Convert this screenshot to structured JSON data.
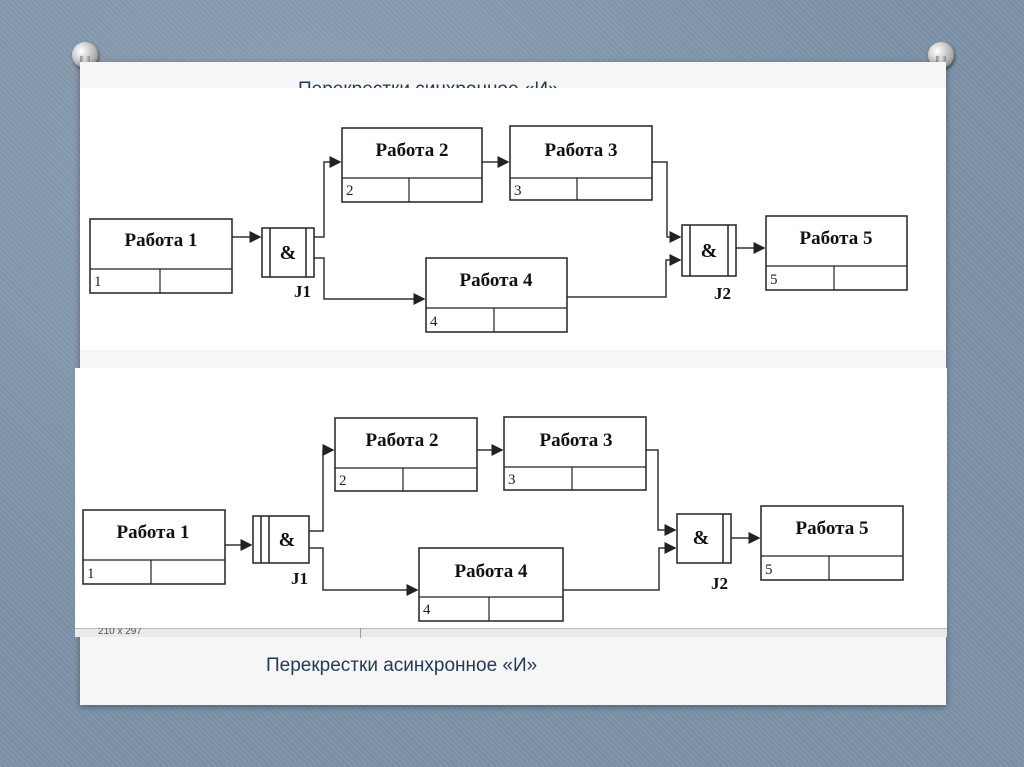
{
  "slide": {
    "title_top": "Перекрестки синхронное «И»",
    "title_bottom": "Перекрестки асинхронное «И»"
  },
  "diagram_top": {
    "boxes": [
      {
        "name": "Работа 1",
        "num": "1"
      },
      {
        "name": "Работа 2",
        "num": "2"
      },
      {
        "name": "Работа 3",
        "num": "3"
      },
      {
        "name": "Работа 4",
        "num": "4"
      },
      {
        "name": "Работа 5",
        "num": "5"
      }
    ],
    "junctions": [
      {
        "symbol": "&",
        "label": "J1"
      },
      {
        "symbol": "&",
        "label": "J2"
      }
    ]
  },
  "diagram_bottom": {
    "boxes": [
      {
        "name": "Работа 1",
        "num": "1"
      },
      {
        "name": "Работа 2",
        "num": "2"
      },
      {
        "name": "Работа 3",
        "num": "3"
      },
      {
        "name": "Работа 4",
        "num": "4"
      },
      {
        "name": "Работа 5",
        "num": "5"
      }
    ],
    "junctions": [
      {
        "symbol": "&",
        "label": "J1"
      },
      {
        "symbol": "&",
        "label": "J2"
      }
    ],
    "footer_fragment": "210 x 297"
  },
  "colors": {
    "title": "#1f3a5a",
    "line": "#333333",
    "background": "#7d93a8"
  }
}
